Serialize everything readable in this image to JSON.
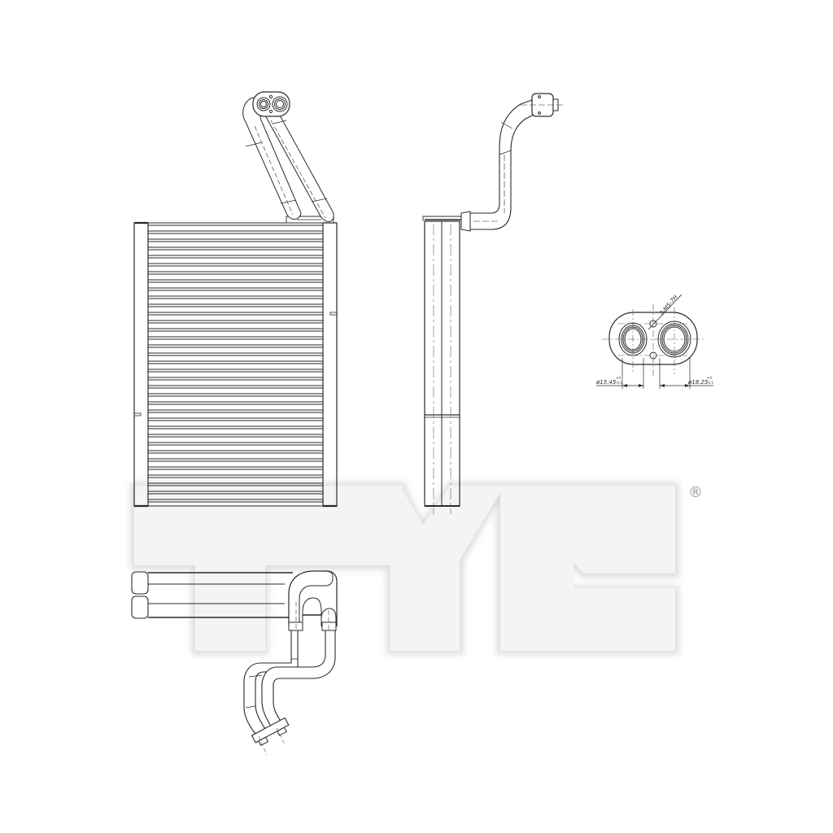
{
  "drawing": {
    "subject": "Evaporator core technical drawing",
    "views": [
      {
        "id": "front-view",
        "label": ""
      },
      {
        "id": "side-view",
        "label": ""
      },
      {
        "id": "bottom-view",
        "label": ""
      },
      {
        "id": "flange-detail",
        "label": ""
      }
    ],
    "dimensions": {
      "thread_callout": "2-M5-7H",
      "left_port_diameter": "ø15.45",
      "left_port_tolerance_upper": "+0",
      "left_port_tolerance_lower": "-0.1",
      "right_port_diameter": "ø18.25",
      "right_port_tolerance_upper": "+0",
      "right_port_tolerance_lower": "-0.1"
    },
    "core": {
      "tube_rows": 34
    }
  },
  "watermark": {
    "text": "TYC",
    "registered_mark": "®",
    "color": "#f2f2f2",
    "shadow_color": "#d6d6d6"
  },
  "colors": {
    "line": "#2a2a2a",
    "thin_line": "#555555",
    "background": "#ffffff"
  }
}
